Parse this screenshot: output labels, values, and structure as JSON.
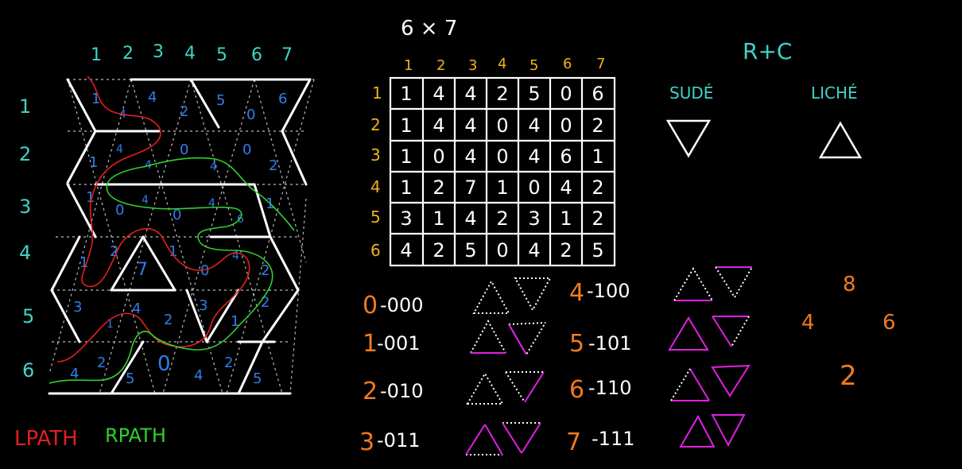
{
  "title": "6 × 7",
  "col_labels": [
    "1",
    "2",
    "3",
    "4",
    "5",
    "6",
    "7"
  ],
  "row_labels": [
    "1",
    "2",
    "3",
    "4",
    "5",
    "6"
  ],
  "grid": [
    [
      1,
      4,
      4,
      2,
      5,
      0,
      6
    ],
    [
      1,
      4,
      4,
      0,
      4,
      0,
      2
    ],
    [
      1,
      0,
      4,
      0,
      4,
      6,
      1
    ],
    [
      1,
      2,
      7,
      1,
      0,
      4,
      2
    ],
    [
      3,
      1,
      4,
      2,
      3,
      1,
      2
    ],
    [
      4,
      2,
      5,
      0,
      4,
      2,
      5
    ]
  ],
  "rc_label": "R+C",
  "even_label": "SUDÉ",
  "odd_label": "LICHÉ",
  "legend": [
    {
      "n": "0",
      "bits": "000"
    },
    {
      "n": "1",
      "bits": "001"
    },
    {
      "n": "2",
      "bits": "010"
    },
    {
      "n": "3",
      "bits": "011"
    },
    {
      "n": "4",
      "bits": "100"
    },
    {
      "n": "5",
      "bits": "101"
    },
    {
      "n": "6",
      "bits": "110"
    },
    {
      "n": "7",
      "bits": "111"
    }
  ],
  "corner_numbers": [
    "8",
    "4",
    "6",
    "2"
  ],
  "lpath_label": "LPATH",
  "rpath_label": "RPATH",
  "colors": {
    "background": "#000000",
    "cyan": "#3fd4c8",
    "blue": "#2f7ee8",
    "orange": "#f07a20",
    "yellow": "#f0b020",
    "magenta": "#e020e0",
    "red": "#e02020",
    "green": "#30d030",
    "white": "#ffffff"
  }
}
